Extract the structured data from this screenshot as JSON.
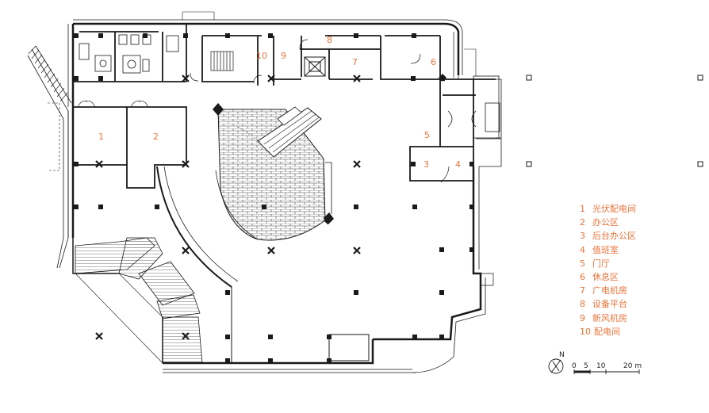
{
  "rooms": [
    {
      "num": "1",
      "name": "光伏配电间"
    },
    {
      "num": "2",
      "name": "办公区"
    },
    {
      "num": "3",
      "name": "后台办公区"
    },
    {
      "num": "4",
      "name": "值班室"
    },
    {
      "num": "5",
      "name": "门厅"
    },
    {
      "num": "6",
      "name": "休息区"
    },
    {
      "num": "7",
      "name": "广电机房"
    },
    {
      "num": "8",
      "name": "设备平台"
    },
    {
      "num": "9",
      "name": "新风机房"
    },
    {
      "num": "10",
      "name": "配电间"
    }
  ],
  "scale": {
    "north": "N",
    "ticks": [
      "0",
      "5",
      "10",
      "20 m"
    ]
  },
  "colors": {
    "label": "#e8733a",
    "line": "#1a1a1a"
  }
}
